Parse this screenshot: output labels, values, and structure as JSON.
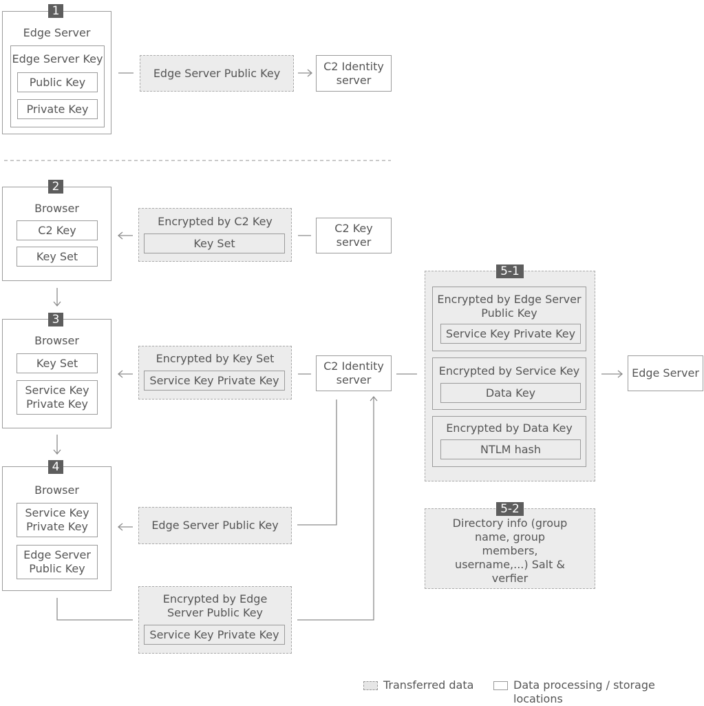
{
  "steps": {
    "s1": "1",
    "s2": "2",
    "s3": "3",
    "s4": "4",
    "s51": "5-1",
    "s52": "5-2"
  },
  "step1": {
    "title": "Edge Server",
    "key_group": "Edge Server Key",
    "public_key": "Public Key",
    "private_key": "Private Key",
    "transfer": "Edge Server Public Key",
    "target": "C2 Identity server"
  },
  "step2": {
    "title": "Browser",
    "c2_key": "C2 Key",
    "key_set": "Key Set",
    "transfer_title": "Encrypted by C2 Key",
    "transfer_item": "Key Set",
    "source": "C2 Key server"
  },
  "step3": {
    "title": "Browser",
    "key_set": "Key Set",
    "service_key": "Service Key Private Key",
    "transfer_title": "Encrypted by Key Set",
    "transfer_item": "Service Key Private Key",
    "source": "C2 Identity server"
  },
  "step4": {
    "title": "Browser",
    "service_key": "Service Key Private Key",
    "edge_key": "Edge Server Public Key",
    "transfer_in": "Edge Server Public Key",
    "transfer_out_title": "Encrypted by Edge Server Public Key",
    "transfer_out_item": "Service Key Private Key"
  },
  "step51": {
    "g1_title": "Encrypted by Edge Server Public Key",
    "g1_item": "Service Key Private Key",
    "g2_title": "Encrypted by Service Key",
    "g2_item": "Data Key",
    "g3_title": "Encrypted by Data Key",
    "g3_item": "NTLM hash",
    "target": "Edge Server"
  },
  "step52": {
    "text": "Directory info (group name, group members, username,...) Salt & verfier"
  },
  "legend": {
    "transferred": "Transferred data",
    "processing": "Data processing / storage locations"
  }
}
